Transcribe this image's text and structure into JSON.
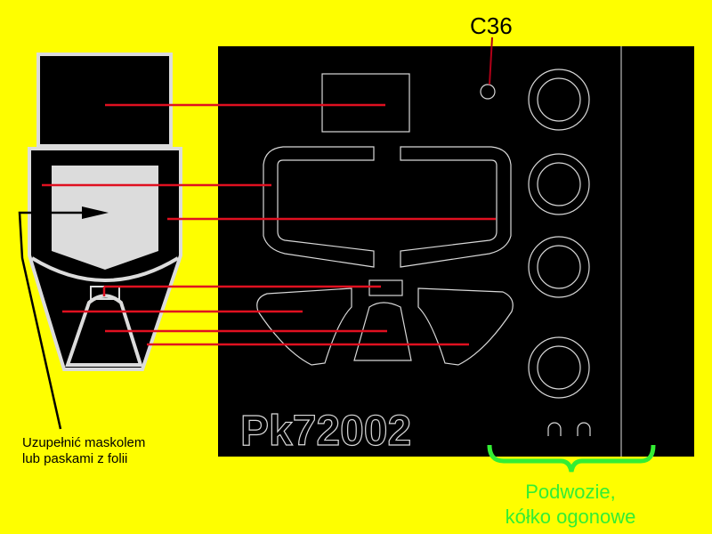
{
  "colors": {
    "background": "#fefe00",
    "sheet": "#000000",
    "cut_line": "#d8d8d8",
    "leader_red": "#e01020",
    "brace_green": "#33ee33",
    "mask_fill": "#dcdcdc"
  },
  "part_label": "C36",
  "sheet_code": "Pk72002",
  "note": {
    "line1": "Uzupełnić maskolem",
    "line2": "lub paskami z folii"
  },
  "wheels_caption": {
    "line1": "Podwozie,",
    "line2": "kółko ogonowe"
  }
}
